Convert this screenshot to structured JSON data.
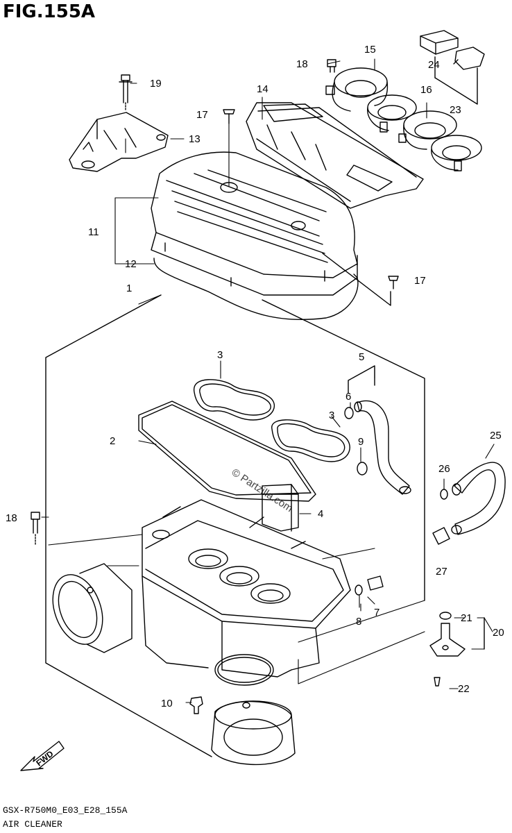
{
  "figure": {
    "title": "FIG.155A",
    "model_code": "GSX-R750M0_E03_E28_155A",
    "section_name": "AIR CLEANER",
    "watermark": "© Partzilla.com",
    "direction_label": "FWD"
  },
  "callouts": [
    "1",
    "2",
    "3",
    "3",
    "4",
    "5",
    "6",
    "7",
    "8",
    "9",
    "10",
    "11",
    "12",
    "13",
    "14",
    "15",
    "16",
    "17",
    "17",
    "18",
    "18",
    "19",
    "20",
    "21",
    "22",
    "23",
    "24",
    "25",
    "26",
    "27"
  ]
}
